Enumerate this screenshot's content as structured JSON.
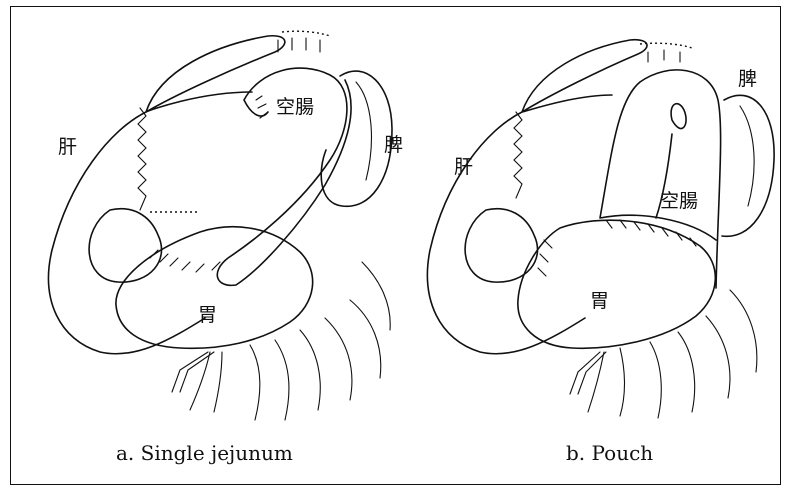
{
  "panels": [
    {
      "caption": "a.  Single jejunum",
      "labels": {
        "liver": "肝",
        "jejunum": "空腸",
        "spleen": "脾",
        "stomach": "胃"
      }
    },
    {
      "caption": "b.  Pouch",
      "labels": {
        "liver": "肝",
        "jejunum": "空腸",
        "spleen": "脾",
        "stomach": "胃"
      }
    }
  ]
}
